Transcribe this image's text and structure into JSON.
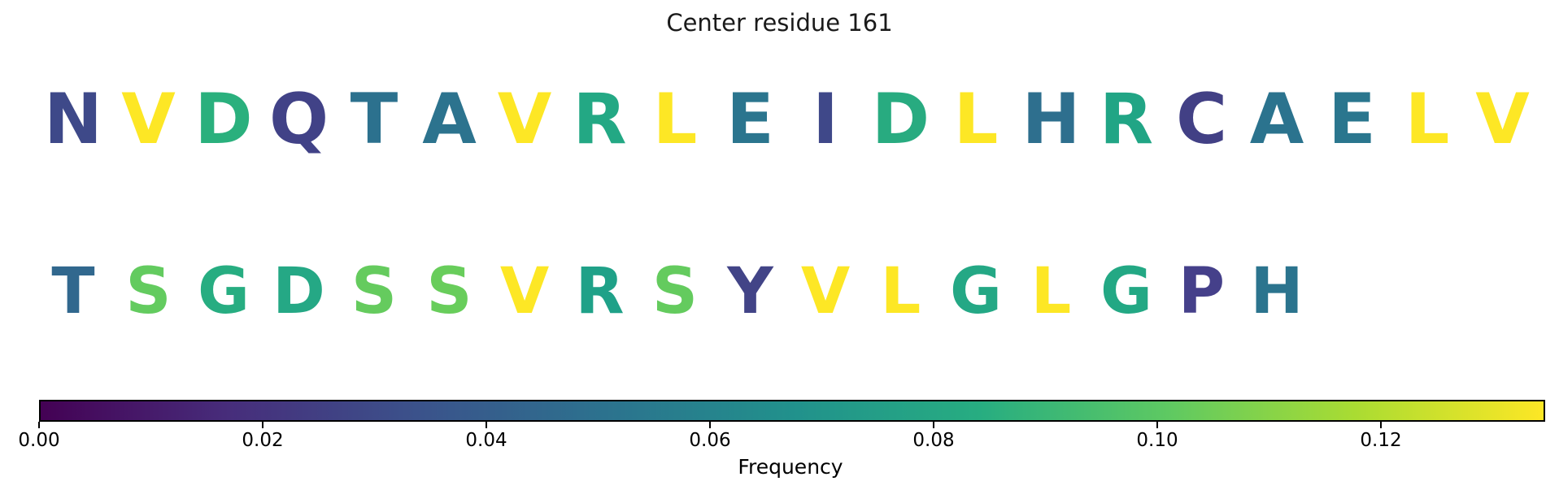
{
  "title": "Center residue 161",
  "chart_data": {
    "type": "heatmap",
    "subtype": "residue-frequency-sequence",
    "title": "Center residue 161",
    "colormap": "viridis",
    "rows": [
      {
        "name": "sequence-row-1",
        "letters": [
          {
            "char": "N",
            "color": "#3e4989",
            "freq": 0.027
          },
          {
            "char": "V",
            "color": "#fde725",
            "freq": 0.134
          },
          {
            "char": "D",
            "color": "#2ab07d",
            "freq": 0.079
          },
          {
            "char": "Q",
            "color": "#414287",
            "freq": 0.026
          },
          {
            "char": "T",
            "color": "#2c718e",
            "freq": 0.05
          },
          {
            "char": "A",
            "color": "#2c738e",
            "freq": 0.051
          },
          {
            "char": "V",
            "color": "#fde725",
            "freq": 0.134
          },
          {
            "char": "R",
            "color": "#23a884",
            "freq": 0.072
          },
          {
            "char": "L",
            "color": "#fde725",
            "freq": 0.134
          },
          {
            "char": "E",
            "color": "#2b758e",
            "freq": 0.052
          },
          {
            "char": "I",
            "color": "#3f4889",
            "freq": 0.028
          },
          {
            "char": "D",
            "color": "#28ab80",
            "freq": 0.077
          },
          {
            "char": "L",
            "color": "#fde725",
            "freq": 0.134
          },
          {
            "char": "H",
            "color": "#2e6f8e",
            "freq": 0.048
          },
          {
            "char": "R",
            "color": "#21a585",
            "freq": 0.07
          },
          {
            "char": "C",
            "color": "#424085",
            "freq": 0.025
          },
          {
            "char": "A",
            "color": "#2b738e",
            "freq": 0.051
          },
          {
            "char": "E",
            "color": "#2a768e",
            "freq": 0.052
          },
          {
            "char": "L",
            "color": "#fde725",
            "freq": 0.134
          },
          {
            "char": "V",
            "color": "#fde725",
            "freq": 0.134
          }
        ]
      },
      {
        "name": "sequence-row-2",
        "letters": [
          {
            "char": "T",
            "color": "#31688e",
            "freq": 0.04
          },
          {
            "char": "S",
            "color": "#63cb5f",
            "freq": 0.094
          },
          {
            "char": "G",
            "color": "#27ad81",
            "freq": 0.077
          },
          {
            "char": "D",
            "color": "#25a885",
            "freq": 0.073
          },
          {
            "char": "S",
            "color": "#65cb5e",
            "freq": 0.095
          },
          {
            "char": "S",
            "color": "#68cd5b",
            "freq": 0.096
          },
          {
            "char": "V",
            "color": "#fde725",
            "freq": 0.134
          },
          {
            "char": "R",
            "color": "#1fa188",
            "freq": 0.068
          },
          {
            "char": "S",
            "color": "#64cb5e",
            "freq": 0.094
          },
          {
            "char": "Y",
            "color": "#424487",
            "freq": 0.028
          },
          {
            "char": "V",
            "color": "#fde725",
            "freq": 0.134
          },
          {
            "char": "L",
            "color": "#fde725",
            "freq": 0.134
          },
          {
            "char": "G",
            "color": "#24a885",
            "freq": 0.072
          },
          {
            "char": "L",
            "color": "#fde725",
            "freq": 0.134
          },
          {
            "char": "G",
            "color": "#23a884",
            "freq": 0.071
          },
          {
            "char": "P",
            "color": "#45408a",
            "freq": 0.025
          },
          {
            "char": "H",
            "color": "#2b748e",
            "freq": 0.051
          }
        ]
      }
    ],
    "colorbar": {
      "label": "Frequency",
      "orientation": "horizontal",
      "vmin": 0.0,
      "vmax": 0.1344,
      "tick_values": [
        0.0,
        0.02,
        0.04,
        0.06,
        0.08,
        0.1,
        0.12
      ],
      "tick_labels": [
        "0.00",
        "0.02",
        "0.04",
        "0.06",
        "0.08",
        "0.10",
        "0.12"
      ],
      "gradient_stops": [
        "#440154",
        "#472d7b",
        "#3b528b",
        "#2c728e",
        "#21918c",
        "#27ad81",
        "#5ec962",
        "#aadc32",
        "#fde725"
      ],
      "border_color": "#000000"
    }
  }
}
